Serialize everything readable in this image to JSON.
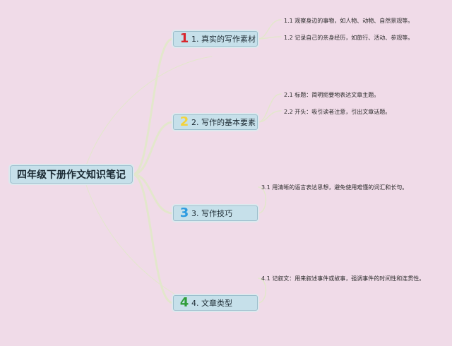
{
  "root": {
    "title": "四年级下册作文知识笔记"
  },
  "branches": [
    {
      "badge": "1",
      "badge_color": "#d8252c",
      "label": "1. 真实的写作素材",
      "leaves": [
        "1.1 观察身边的事物，如人物、动物、自然景观等。",
        "1.2 记录自己的亲身经历，如旅行、活动、参观等。"
      ]
    },
    {
      "badge": "2",
      "badge_color": "#f4d23b",
      "label": "2. 写作的基本要素",
      "leaves": [
        "2.1 标题：简明扼要地表达文章主题。",
        "2.2 开头：吸引读者注意，引出文章话题。"
      ]
    },
    {
      "badge": "3",
      "badge_color": "#2c9be0",
      "label": "3. 写作技巧",
      "leaves": [
        "3.1 用清晰的语言表达思想，避免使用难懂的词汇和长句。"
      ]
    },
    {
      "badge": "4",
      "badge_color": "#2f9e3a",
      "label": "4. 文章类型",
      "leaves": [
        "4.1 记叙文：用来叙述事件或故事，强调事件的时间性和连贯性。"
      ]
    }
  ],
  "colors": {
    "background": "#f0dbe8",
    "node_fill": "#c6e0ea",
    "link": "#e3e7cc"
  }
}
